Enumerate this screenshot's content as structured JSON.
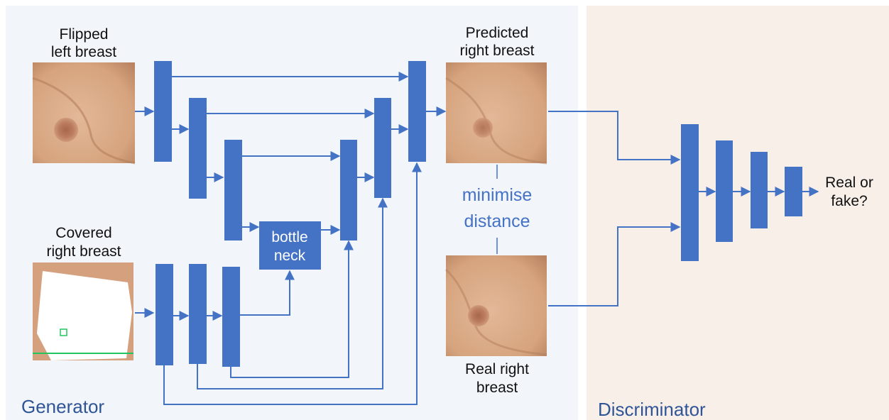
{
  "sections": {
    "generator": "Generator",
    "discriminator": "Discriminator"
  },
  "images": {
    "flipped_left": {
      "line1": "Flipped",
      "line2": "left breast"
    },
    "covered_right": {
      "line1": "Covered",
      "line2": "right breast"
    },
    "predicted_right": {
      "line1": "Predicted",
      "line2": "right breast"
    },
    "real_right": {
      "line1": "Real right",
      "line2": "breast"
    }
  },
  "bottleneck": {
    "line1": "bottle",
    "line2": "neck"
  },
  "loss": {
    "line1": "minimise",
    "line2": "distance"
  },
  "output": {
    "line1": "Real or",
    "line2": "fake?"
  },
  "colors": {
    "layer": "#4472c4",
    "generator_bg": "#f2f5fa",
    "discriminator_bg": "#f8efe9",
    "skin": "#d9a883",
    "mask": "#ffffff",
    "mask_marker": "#22c55e"
  }
}
